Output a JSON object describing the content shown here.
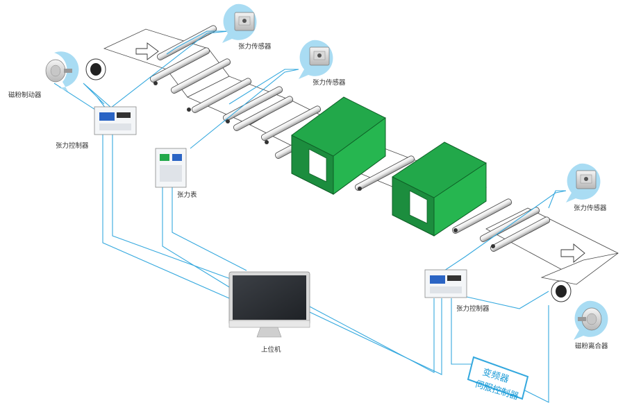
{
  "labels": {
    "brake": "磁粉制动器",
    "tension_sensor_1": "张力传感器",
    "tension_sensor_2": "张力传感器",
    "tension_sensor_3": "张力传感器",
    "tension_controller_1": "张力控制器",
    "tension_controller_2": "张力控制器",
    "tension_meter": "张力表",
    "host_computer": "上位机",
    "clutch": "磁粉离合器",
    "drive_box_line1": "变频器",
    "drive_box_line2": "伺服控制器"
  },
  "colors": {
    "wire": "#34a8de",
    "dryer": "#22a84a",
    "badge": "#a9dcf3"
  },
  "icons": [
    "magnetic-brake-icon",
    "tension-sensor-icon",
    "tension-controller-icon",
    "tension-meter-icon",
    "computer-monitor-icon",
    "magnetic-clutch-icon"
  ]
}
